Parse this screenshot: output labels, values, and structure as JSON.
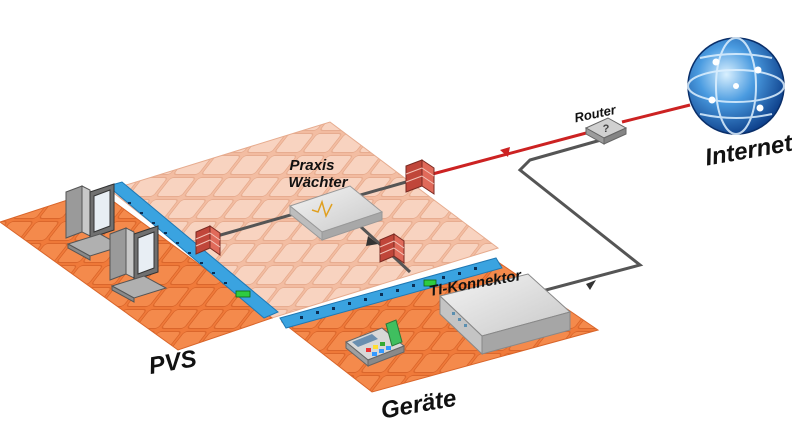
{
  "labels": {
    "pvs": "PVS",
    "geraete": "Geräte",
    "internet": "Internet",
    "router": "Router",
    "praxis_waechter_line1": "Praxis",
    "praxis_waechter_line2": "Wächter",
    "ti_konnektor": "TI-Konnektor"
  },
  "icons": {
    "router": "router-icon",
    "globe": "internet-globe-icon",
    "firewall": "firewall-icon",
    "praxis_waechter": "praxis-waechter-device-icon",
    "ti_konnektor": "ti-konnektor-device-icon",
    "computer": "computer-workstation-icon",
    "card_terminal": "card-terminal-icon",
    "network_switch": "network-switch-icon"
  },
  "colors": {
    "pvs_floor": "#f07a3a",
    "geraete_floor": "#f07a3a",
    "center_floor": "#f6c5ac",
    "switch": "#3aa3e0",
    "internet_line": "#cc2222",
    "internal_line": "#555555",
    "firewall": "#c0463a"
  }
}
